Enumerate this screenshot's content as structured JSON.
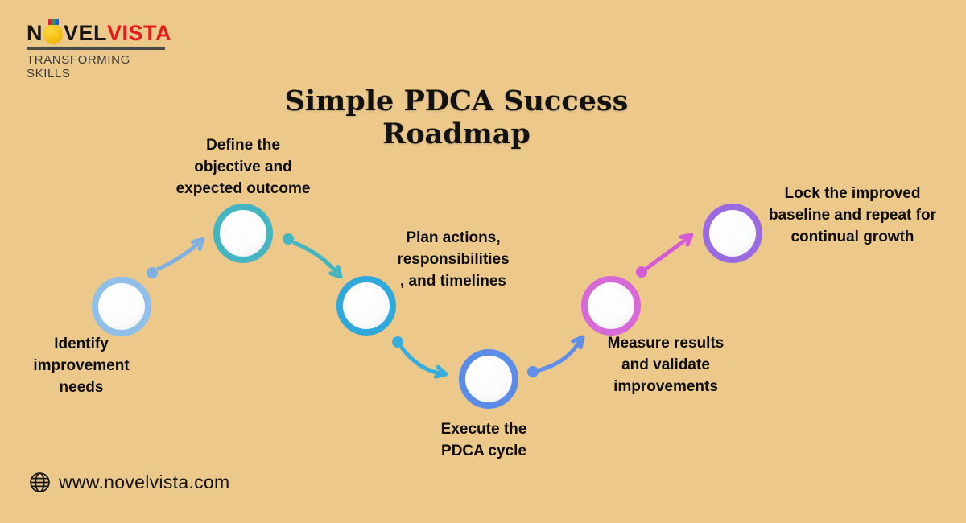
{
  "theme": {
    "background": "#ecc98b",
    "text": "#0d0d0d"
  },
  "logo": {
    "brand_n": "N",
    "brand_vel": "VEL",
    "brand_vista": "VISTA",
    "vista_color": "#e8191c",
    "tagline": "TRANSFORMING SKILLS"
  },
  "title": "Simple PDCA Success Roadmap",
  "steps": [
    {
      "id": 1,
      "label": "Identify\nimprovement\nneeds",
      "ring_color": "#90c0ea"
    },
    {
      "id": 2,
      "label": "Define the\nobjective and\nexpected outcome",
      "ring_color": "#45b5c2"
    },
    {
      "id": 3,
      "label": "Plan actions,\nresponsibilities\n, and timelines",
      "ring_color": "#2fa8dc"
    },
    {
      "id": 4,
      "label": "Execute the\nPDCA cycle",
      "ring_color": "#5b8ce6"
    },
    {
      "id": 5,
      "label": "Measure results\nand validate\nimprovements",
      "ring_color": "#d66ad8"
    },
    {
      "id": 6,
      "label": "Lock the improved\nbaseline and repeat for\ncontinual growth",
      "ring_color": "#9a6ae0"
    }
  ],
  "connectors": [
    {
      "from": 1,
      "to": 2,
      "color": "#7fb0e2"
    },
    {
      "from": 2,
      "to": 3,
      "color": "#45b5c2"
    },
    {
      "from": 3,
      "to": 4,
      "color": "#35aedd"
    },
    {
      "from": 4,
      "to": 5,
      "color": "#5f8fe8"
    },
    {
      "from": 5,
      "to": 6,
      "color": "#d45ad6"
    }
  ],
  "footer": {
    "website": "www.novelvista.com"
  }
}
